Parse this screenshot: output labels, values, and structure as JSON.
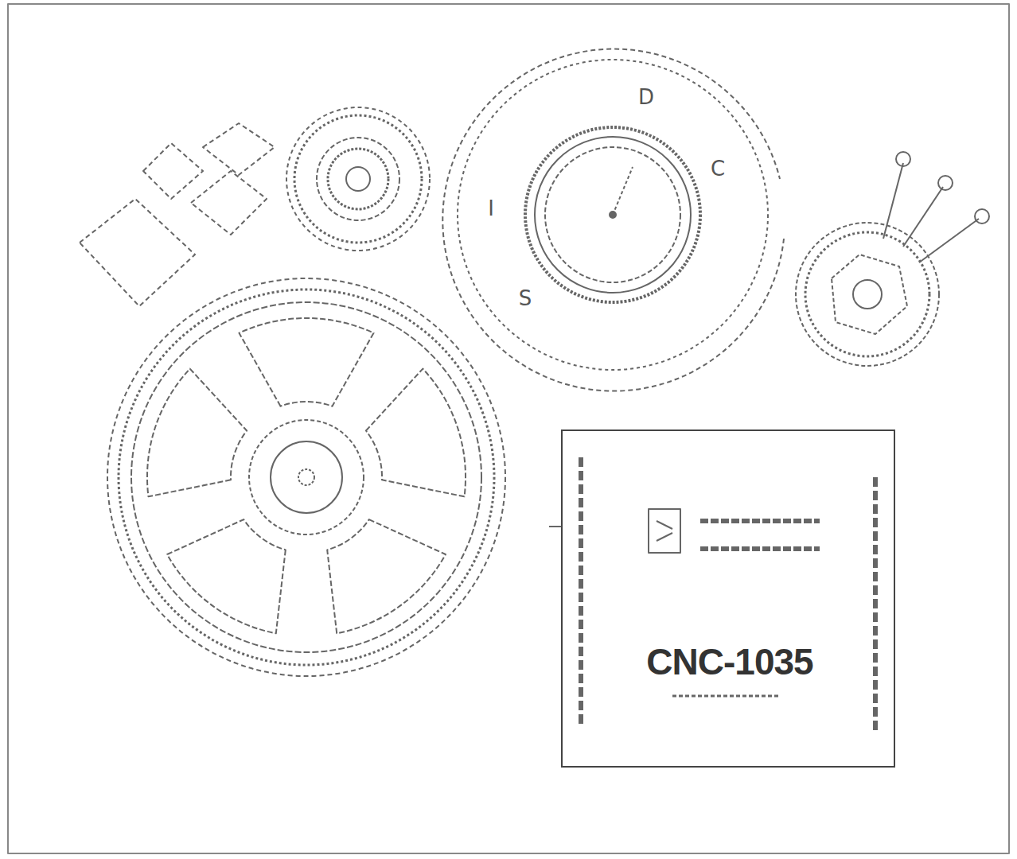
{
  "diagram": {
    "nodes": [
      {
        "text": [
          "CNC-1035"
        ]
      }
    ],
    "labels": [
      "I",
      "D",
      "C",
      "S"
    ]
  }
}
